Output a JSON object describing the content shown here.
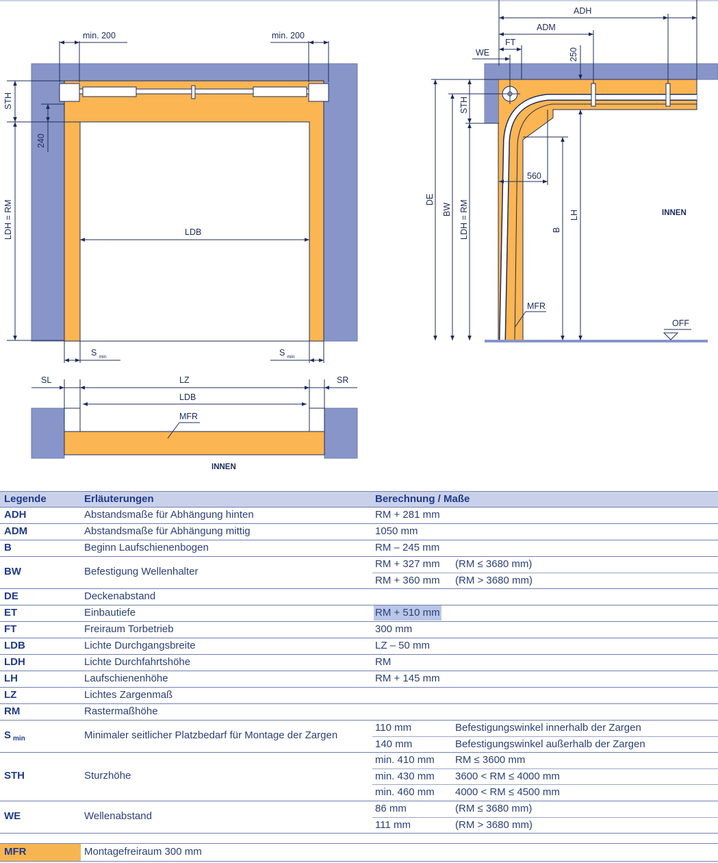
{
  "colors": {
    "wall": "#8795c8",
    "frame": "#fbb552",
    "line": "#1c2a5a",
    "header_bg": "#c9d0ea",
    "highlight": "#b9c6e6"
  },
  "front_view": {
    "min200_left": "min. 200",
    "min200_right": "min. 200",
    "sth": "STH",
    "dim240": "240",
    "ldh_rm": "LDH = RM",
    "ldb": "LDB",
    "s": "S",
    "min": "min"
  },
  "side_view": {
    "adh": "ADH",
    "adm": "ADM",
    "we": "WE",
    "ft": "FT",
    "dim250": "250",
    "sth": "STH",
    "de": "DE",
    "bw": "BW",
    "ldh_rm": "LDH = RM",
    "dim560": "560",
    "b": "B",
    "lh": "LH",
    "innen": "INNEN",
    "mfr": "MFR",
    "off": "OFF"
  },
  "plan_view": {
    "sl": "SL",
    "lz": "LZ",
    "sr": "SR",
    "ldb": "LDB",
    "mfr": "MFR",
    "innen": "INNEN"
  },
  "table": {
    "headers": [
      "Legende",
      "Erläuterungen",
      "Berechnung / Maße"
    ],
    "rows": [
      {
        "key": "ADH",
        "desc": "Abstandsmaße für Abhängung hinten",
        "calc": "RM + 281 mm"
      },
      {
        "key": "ADM",
        "desc": "Abstandsmaße für Abhängung mittig",
        "calc": "1050 mm"
      },
      {
        "key": "B",
        "desc": "Beginn Laufschienenbogen",
        "calc": "RM – 245 mm"
      },
      {
        "key": "BW",
        "desc": "Befestigung Wellenhalter",
        "calc1": "RM + 327 mm",
        "note1": "(RM ≤ 3680 mm)",
        "calc2": "RM + 360 mm",
        "note2": "(RM > 3680 mm)"
      },
      {
        "key": "DE",
        "desc": "Deckenabstand"
      },
      {
        "key": "ET",
        "desc": "Einbautiefe",
        "calc": "RM + 510 mm"
      },
      {
        "key": "FT",
        "desc": "Freiraum Torbetrieb",
        "calc": "300 mm"
      },
      {
        "key": "LDB",
        "desc": "Lichte Durchgangsbreite",
        "calc": "LZ – 50 mm"
      },
      {
        "key": "LDH",
        "desc": "Lichte Durchfahrtshöhe",
        "calc": "RM"
      },
      {
        "key": "LH",
        "desc": "Laufschienenhöhe",
        "calc": "RM + 145 mm"
      },
      {
        "key": "LZ",
        "desc": "Lichtes Zargenmaß"
      },
      {
        "key": "RM",
        "desc": "Rastermaßhöhe"
      },
      {
        "key": "S",
        "key_sub": "min",
        "desc": "Minimaler seitlicher Platzbedarf für Montage der Zargen",
        "calc1": "110 mm",
        "note1": "Befestigungswinkel innerhalb der Zargen",
        "calc2": "140 mm",
        "note2": "Befestigungswinkel außerhalb der Zargen"
      },
      {
        "key": "STH",
        "desc": "Sturzhöhe",
        "calc1": "min. 410 mm",
        "note1": "RM ≤ 3600 mm",
        "calc2": "min. 430 mm",
        "note2": "3600 < RM ≤ 4000 mm",
        "calc3": "min. 460 mm",
        "note3": "4000 < RM ≤ 4500 mm"
      },
      {
        "key": "WE",
        "desc": "Wellenabstand",
        "calc1": "86 mm",
        "note1": "(RM ≤ 3680 mm)",
        "calc2": "111 mm",
        "note2": "(RM > 3680 mm)"
      }
    ],
    "mfr_key": "MFR",
    "mfr_desc": "Montagefreiraum 300 mm"
  }
}
